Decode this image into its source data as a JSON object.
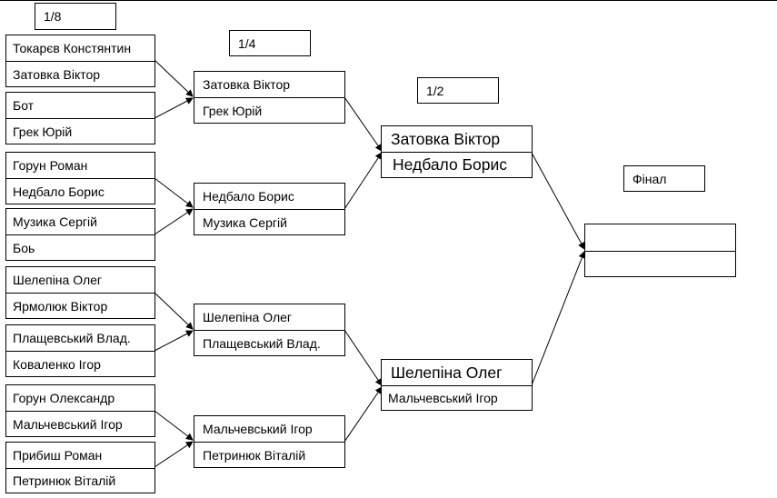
{
  "rounds": {
    "r16": "1/8",
    "qf": "1/4",
    "sf": "1/2",
    "final": "Фінал"
  },
  "r16": [
    [
      "Токарєв Констянтин",
      "Затовка Віктор"
    ],
    [
      "Бот",
      "Грек Юрій"
    ],
    [
      "Горун Роман",
      "Недбало Борис"
    ],
    [
      "Музика Сергій",
      "Боь"
    ],
    [
      "Шелепіна Олег",
      "Ярмолюк Віктор"
    ],
    [
      "Плащевський Влад.",
      "Коваленко Ігор"
    ],
    [
      "Горун Олександр",
      "Мальчевський Ігор"
    ],
    [
      "Прибиш Роман",
      "Петринюк Віталій"
    ]
  ],
  "qf": [
    [
      "Затовка Віктор",
      "Грек Юрій"
    ],
    [
      "Недбало Борис",
      "Музика Сергій"
    ],
    [
      "Шелепіна Олег",
      "Плащевський Влад."
    ],
    [
      "Мальчевський Ігор",
      "Петринюк Віталій"
    ]
  ],
  "sf": [
    [
      "Затовка Віктор",
      "Недбало Борис"
    ],
    [
      "Шелепіна Олег",
      "Мальчевський Ігор"
    ]
  ],
  "final": [
    "",
    ""
  ]
}
